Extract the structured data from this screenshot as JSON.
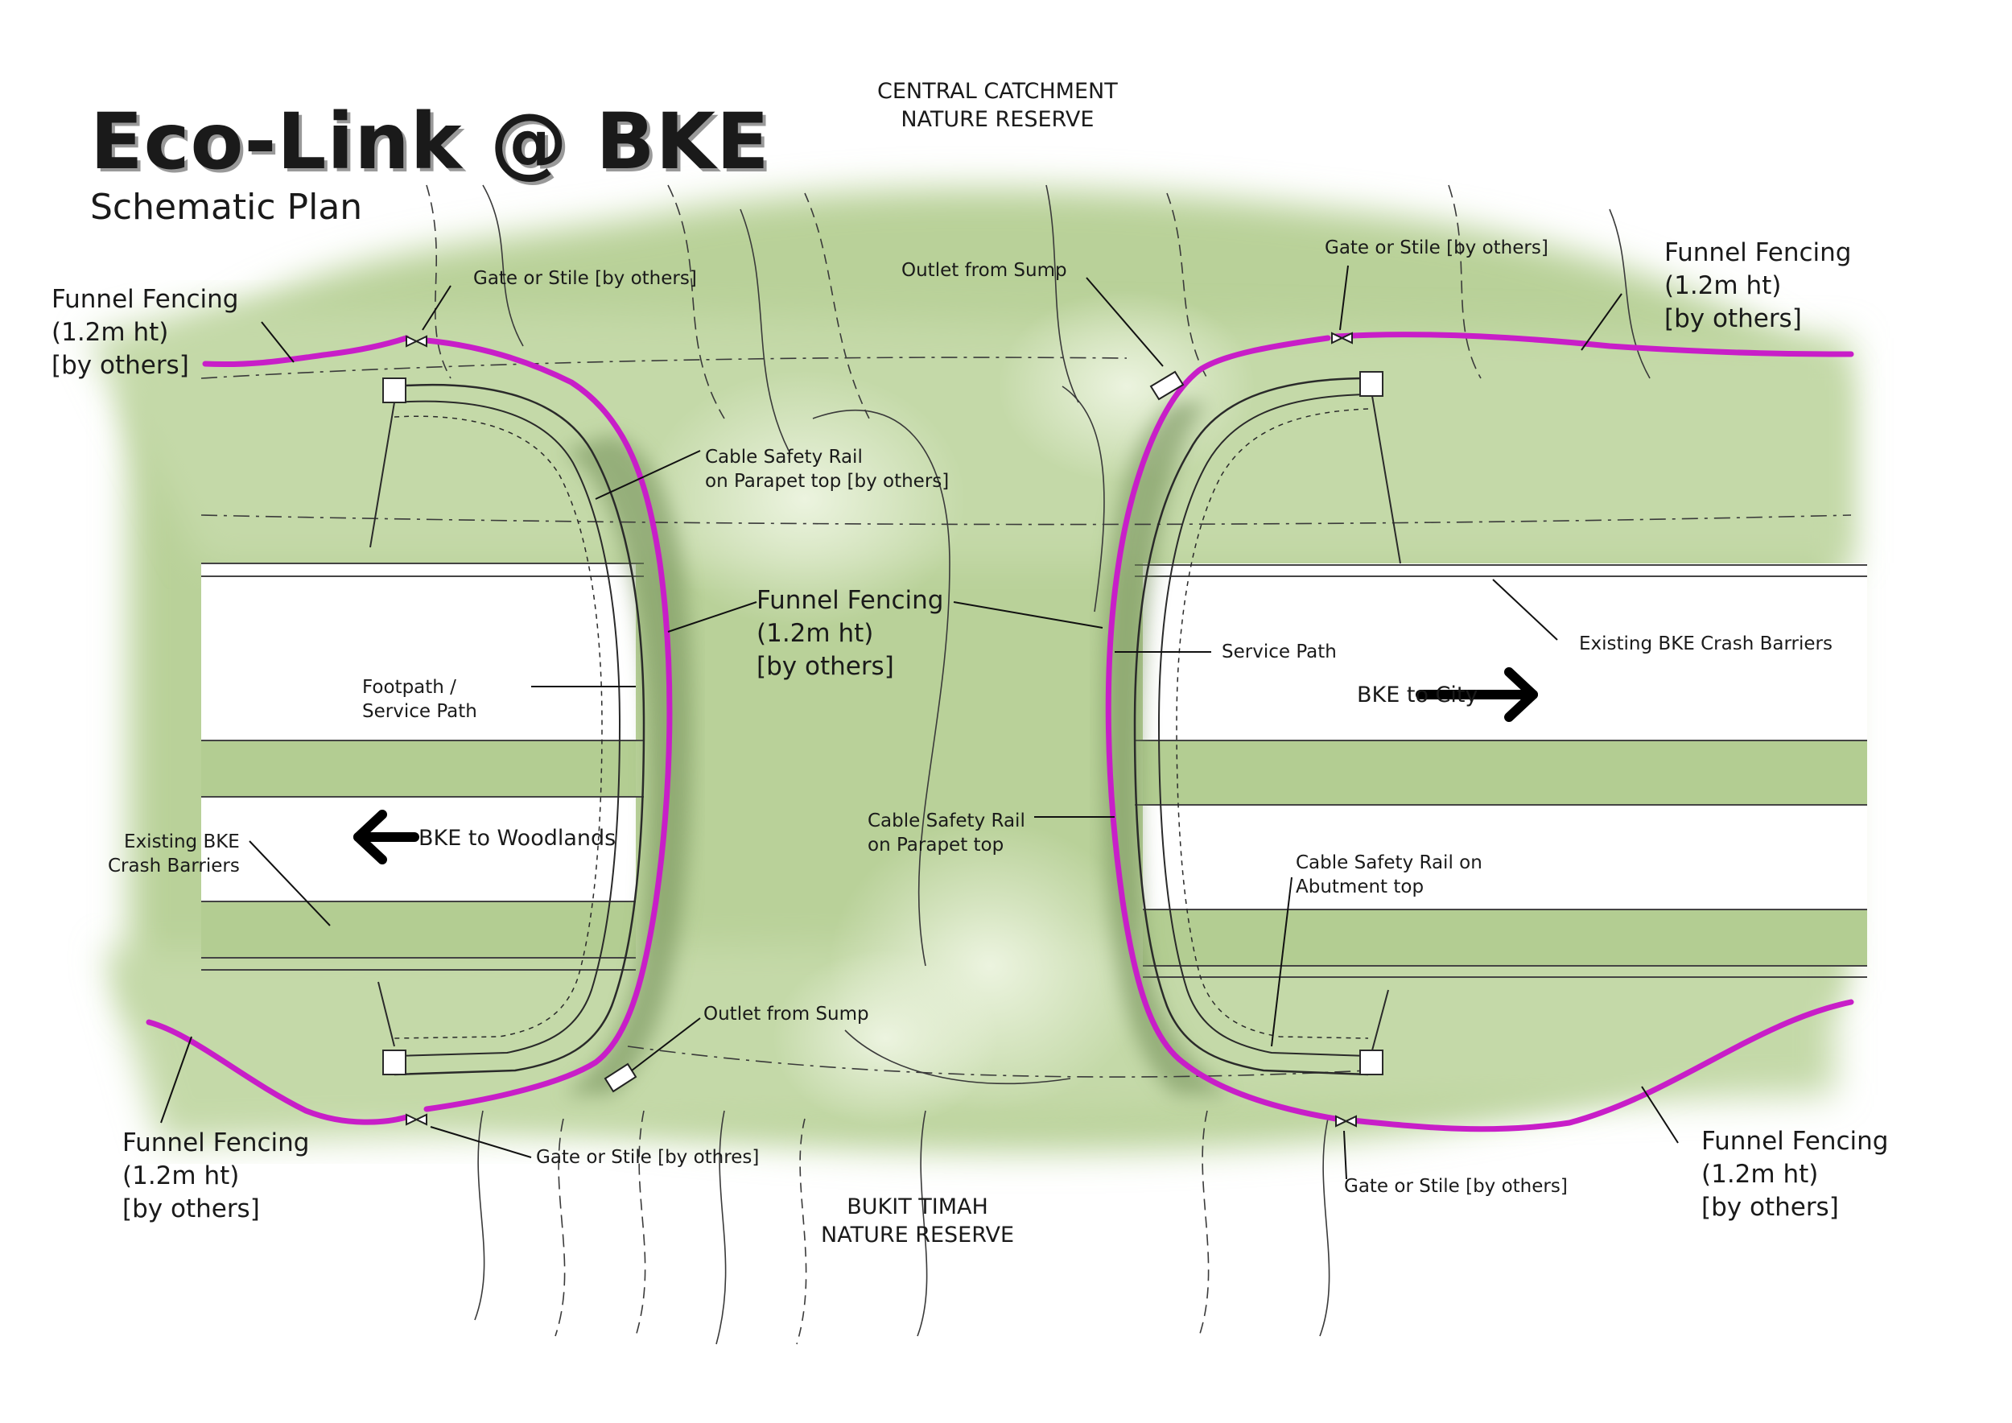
{
  "diagram": {
    "title": "Eco-Link @ BKE",
    "subtitle": "Schematic Plan",
    "regions": {
      "north": "CENTRAL CATCHMENT\nNATURE RESERVE",
      "south": "BUKIT TIMAH\nNATURE RESERVE"
    },
    "directions": {
      "west": "BKE to Woodlands",
      "east": "BKE to City"
    },
    "labels": {
      "funnel_nw": "Funnel Fencing\n(1.2m ht)\n[by others]",
      "funnel_ne": "Funnel Fencing\n(1.2m ht)\n[by others]",
      "funnel_sw": "Funnel Fencing\n(1.2m ht)\n[by others]",
      "funnel_se": "Funnel Fencing\n(1.2m ht)\n[by others]",
      "funnel_center": "Funnel Fencing\n(1.2m ht)\n[by others]",
      "gate_nw": "Gate or Stile [by others]",
      "gate_ne": "Gate or Stile [by others]",
      "gate_sw": "Gate or Stile [by othres]",
      "gate_se": "Gate or Stile [by others]",
      "outlet_n": "Outlet from Sump",
      "outlet_s": "Outlet from Sump",
      "cable_rail_top": "Cable Safety Rail\non Parapet top [by others]",
      "cable_rail_mid": "Cable Safety Rail\non Parapet top",
      "cable_rail_abutment": "Cable Safety Rail on\nAbutment top",
      "service_path": "Service Path",
      "footpath": "Footpath /\nService Path",
      "crash_barriers_e": "Existing BKE Crash Barriers",
      "crash_barriers_w": "Existing BKE\nCrash Barriers"
    },
    "colors": {
      "vegetation": "#b7d095",
      "vegetation_light": "#dfeccb",
      "funnel_fence": "#c81ec8",
      "linework": "#2a2a2a",
      "road": "#ffffff"
    }
  }
}
